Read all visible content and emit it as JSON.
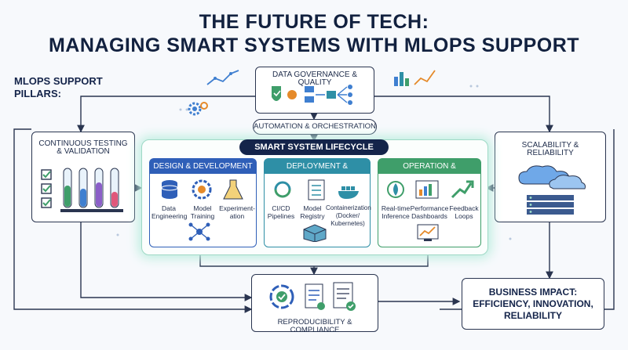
{
  "title": {
    "line1": "THE FUTURE OF TECH:",
    "line2": "MANAGING SMART SYSTEMS WITH MLOPS SUPPORT"
  },
  "pillars_label": "MLOPS SUPPORT\nPILLARS:",
  "governance": {
    "label": "DATA GOVERNANCE & QUALITY"
  },
  "automation": {
    "label": "AUTOMATION & ORCHESTRATION"
  },
  "testing": {
    "label": "CONTINUOUS TESTING\n& VALIDATION"
  },
  "scalability": {
    "label": "SCALABILITY &\nRELIABILITY"
  },
  "lifecycle": {
    "label": "SMART SYSTEM LIFECYCLE",
    "panels": [
      {
        "title": "DESIGN & DEVELOPMENT",
        "items": [
          "Data\nEngineering",
          "Model\nTraining",
          "Experiment-\nation"
        ]
      },
      {
        "title": "DEPLOYMENT & INTEGRATION",
        "items": [
          "CI/CD\nPipelines",
          "Model\nRegistry",
          "Containerization\n(Docker/\nKubernetes)"
        ]
      },
      {
        "title": "OPERATION & MONITORING",
        "items": [
          "Real-time\nInference",
          "Performance\nDashboards",
          "Feedback\nLoops"
        ]
      }
    ]
  },
  "reproducibility": {
    "label": "REPRODUCIBILITY & COMPLIANCE"
  },
  "impact": {
    "label": "BUSINESS IMPACT:\nEFFICIENCY, INNOVATION,\nRELIABILITY"
  },
  "colors": {
    "navy": "#14244a",
    "design_blue": "#2f5fb8",
    "deploy_teal": "#2e8fa6",
    "operate_green": "#3f9e6a",
    "glow": "#9fe2c8"
  }
}
